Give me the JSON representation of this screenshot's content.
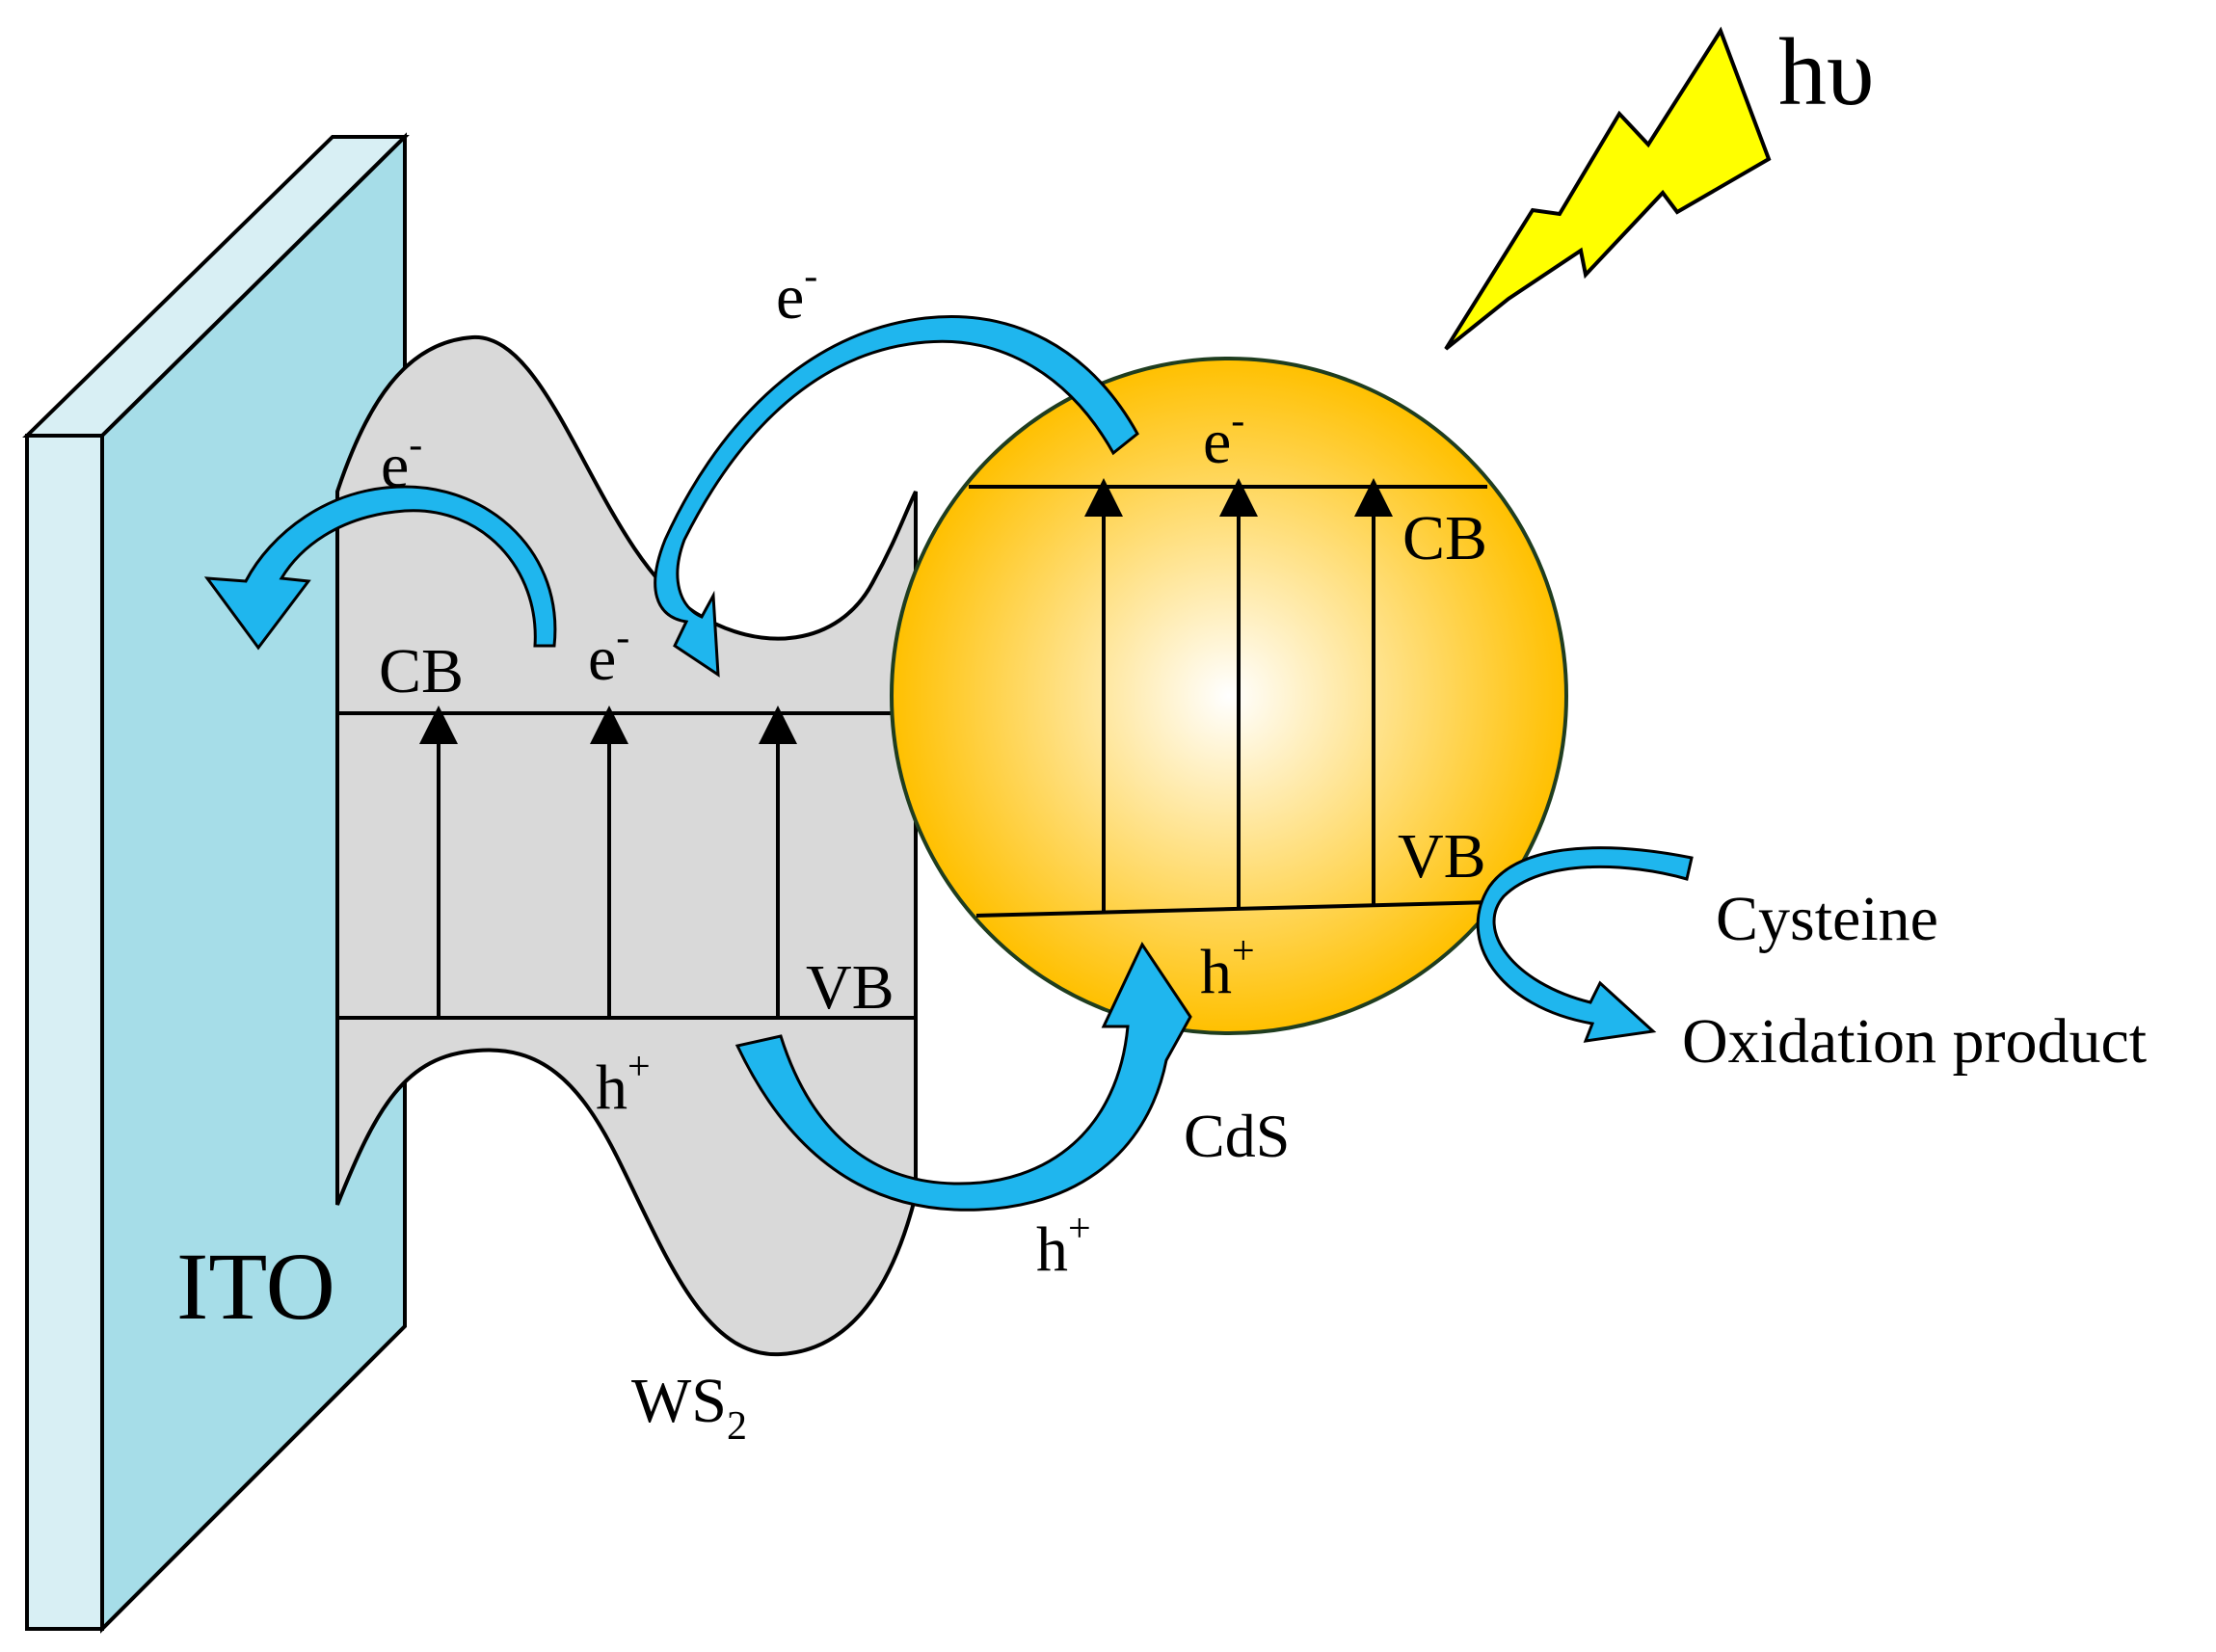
{
  "colors": {
    "ito_front": "#a6dde8",
    "ito_side": "#d8eff4",
    "ws2_fill": "#d9d9d9",
    "cds_outer": "#ffc000",
    "cds_inner": "#ffffff",
    "bolt": "#ffff00",
    "arrow_dark": "#0077b3",
    "arrow_light": "#1fb6ee"
  },
  "labels": {
    "ito": "ITO",
    "ws2_main": "WS",
    "ws2_sub": "2",
    "cds": "CdS",
    "light": "hυ",
    "cysteine": "Cysteine",
    "oxidation": "Oxidation product",
    "cb": "CB",
    "vb": "VB",
    "e": "e",
    "e_sup": "-",
    "h": "h",
    "h_sup": "+"
  },
  "icons": {
    "light_source": "lightning-bolt-icon"
  }
}
